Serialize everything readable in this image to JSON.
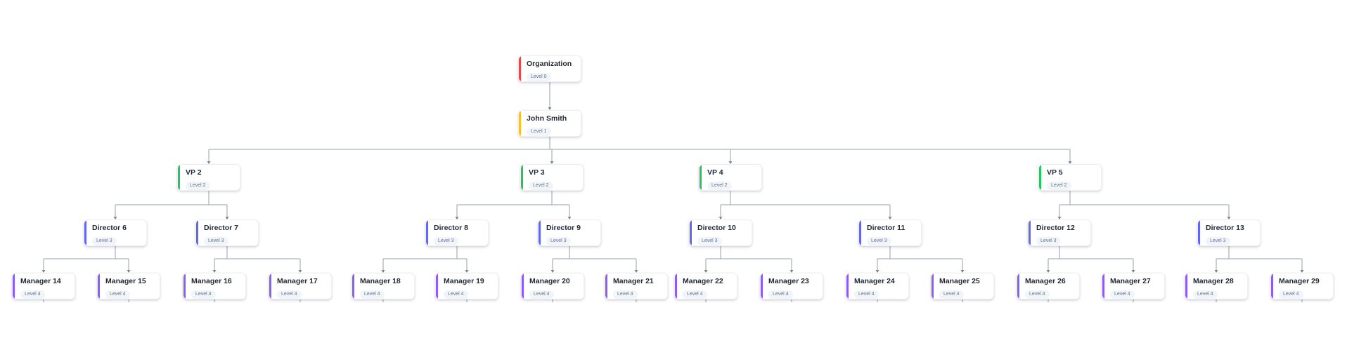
{
  "canvas": {
    "background": "#ffffff"
  },
  "org_chart": {
    "connector_color": "#97a0ac",
    "arrow_color": "#7d8695",
    "card": {
      "background": "#ffffff",
      "title_color": "#1f2937",
      "badge_background": "#f1f5f9",
      "badge_text_color": "#64748b"
    },
    "level_accents": [
      "#ef4444",
      "#fbbf24",
      "#22c55e",
      "#6366f1",
      "#8b5cf6"
    ],
    "nodes": [
      {
        "id": "org",
        "label": "Organization",
        "badge": "Level 0",
        "level": 0,
        "parent": null
      },
      {
        "id": "john",
        "label": "John Smith",
        "badge": "Level 1",
        "level": 1,
        "parent": "org"
      },
      {
        "id": "vp2",
        "label": "VP 2",
        "badge": "Level 2",
        "level": 2,
        "parent": "john"
      },
      {
        "id": "vp3",
        "label": "VP 3",
        "badge": "Level 2",
        "level": 2,
        "parent": "john"
      },
      {
        "id": "vp4",
        "label": "VP 4",
        "badge": "Level 2",
        "level": 2,
        "parent": "john"
      },
      {
        "id": "vp5",
        "label": "VP 5",
        "badge": "Level 2",
        "level": 2,
        "parent": "john"
      },
      {
        "id": "d6",
        "label": "Director 6",
        "badge": "Level 3",
        "level": 3,
        "parent": "vp2"
      },
      {
        "id": "d7",
        "label": "Director 7",
        "badge": "Level 3",
        "level": 3,
        "parent": "vp2"
      },
      {
        "id": "d8",
        "label": "Director 8",
        "badge": "Level 3",
        "level": 3,
        "parent": "vp3"
      },
      {
        "id": "d9",
        "label": "Director 9",
        "badge": "Level 3",
        "level": 3,
        "parent": "vp3"
      },
      {
        "id": "d10",
        "label": "Director 10",
        "badge": "Level 3",
        "level": 3,
        "parent": "vp4"
      },
      {
        "id": "d11",
        "label": "Director 11",
        "badge": "Level 3",
        "level": 3,
        "parent": "vp4"
      },
      {
        "id": "d12",
        "label": "Director 12",
        "badge": "Level 3",
        "level": 3,
        "parent": "vp5"
      },
      {
        "id": "d13",
        "label": "Director 13",
        "badge": "Level 3",
        "level": 3,
        "parent": "vp5"
      },
      {
        "id": "m14",
        "label": "Manager 14",
        "badge": "Level 4",
        "level": 4,
        "parent": "d6"
      },
      {
        "id": "m15",
        "label": "Manager 15",
        "badge": "Level 4",
        "level": 4,
        "parent": "d6"
      },
      {
        "id": "m16",
        "label": "Manager 16",
        "badge": "Level 4",
        "level": 4,
        "parent": "d7"
      },
      {
        "id": "m17",
        "label": "Manager 17",
        "badge": "Level 4",
        "level": 4,
        "parent": "d7"
      },
      {
        "id": "m18",
        "label": "Manager 18",
        "badge": "Level 4",
        "level": 4,
        "parent": "d8"
      },
      {
        "id": "m19",
        "label": "Manager 19",
        "badge": "Level 4",
        "level": 4,
        "parent": "d8"
      },
      {
        "id": "m20",
        "label": "Manager 20",
        "badge": "Level 4",
        "level": 4,
        "parent": "d9"
      },
      {
        "id": "m21",
        "label": "Manager 21",
        "badge": "Level 4",
        "level": 4,
        "parent": "d9"
      },
      {
        "id": "m22",
        "label": "Manager 22",
        "badge": "Level 4",
        "level": 4,
        "parent": "d10"
      },
      {
        "id": "m23",
        "label": "Manager 23",
        "badge": "Level 4",
        "level": 4,
        "parent": "d10"
      },
      {
        "id": "m24",
        "label": "Manager 24",
        "badge": "Level 4",
        "level": 4,
        "parent": "d11"
      },
      {
        "id": "m25",
        "label": "Manager 25",
        "badge": "Level 4",
        "level": 4,
        "parent": "d11"
      },
      {
        "id": "m26",
        "label": "Manager 26",
        "badge": "Level 4",
        "level": 4,
        "parent": "d12"
      },
      {
        "id": "m27",
        "label": "Manager 27",
        "badge": "Level 4",
        "level": 4,
        "parent": "d12"
      },
      {
        "id": "m28",
        "label": "Manager 28",
        "badge": "Level 4",
        "level": 4,
        "parent": "d13"
      },
      {
        "id": "m29",
        "label": "Manager 29",
        "badge": "Level 4",
        "level": 4,
        "parent": "d13"
      }
    ]
  }
}
